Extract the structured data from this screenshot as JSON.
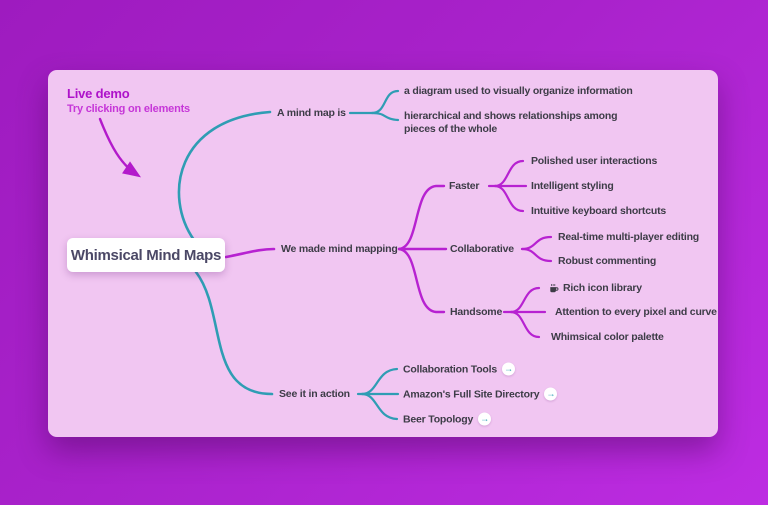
{
  "colors": {
    "background_top": "#9e1bbf",
    "background_bottom": "#bd2ce2",
    "card": "#f1c6f2",
    "magenta_branch": "#b722d1",
    "teal_branch": "#2f9db4",
    "node_text": "#4b4866",
    "leaf_text": "#3d3c47",
    "live_demo_text": "#ae12ca"
  },
  "live_demo": {
    "title": "Live demo",
    "subtitle": "Try clicking on elements"
  },
  "root": {
    "label": "Whimsical Mind Maps"
  },
  "branches": {
    "mind_map_is": {
      "label": "A mind map is",
      "children": [
        "a diagram used to visually organize information",
        "hierarchical and shows relationships among pieces of the whole"
      ]
    },
    "we_made": {
      "label": "We made mind mapping",
      "children": {
        "faster": {
          "label": "Faster",
          "items": [
            "Polished user interactions",
            "Intelligent styling",
            "Intuitive keyboard shortcuts"
          ]
        },
        "collaborative": {
          "label": "Collaborative",
          "items": [
            "Real-time multi-player editing",
            "Robust commenting"
          ]
        },
        "handsome": {
          "label": "Handsome",
          "items": [
            "Rich icon library",
            "Attention to every pixel and curve",
            "Whimsical color palette"
          ],
          "item_icons": [
            "coffee-cup-icon",
            "",
            ""
          ]
        }
      }
    },
    "see_it": {
      "label": "See it in action",
      "links": [
        "Collaboration Tools",
        "Amazon's Full Site Directory",
        "Beer Topology"
      ],
      "link_icon": "arrow-right"
    }
  }
}
